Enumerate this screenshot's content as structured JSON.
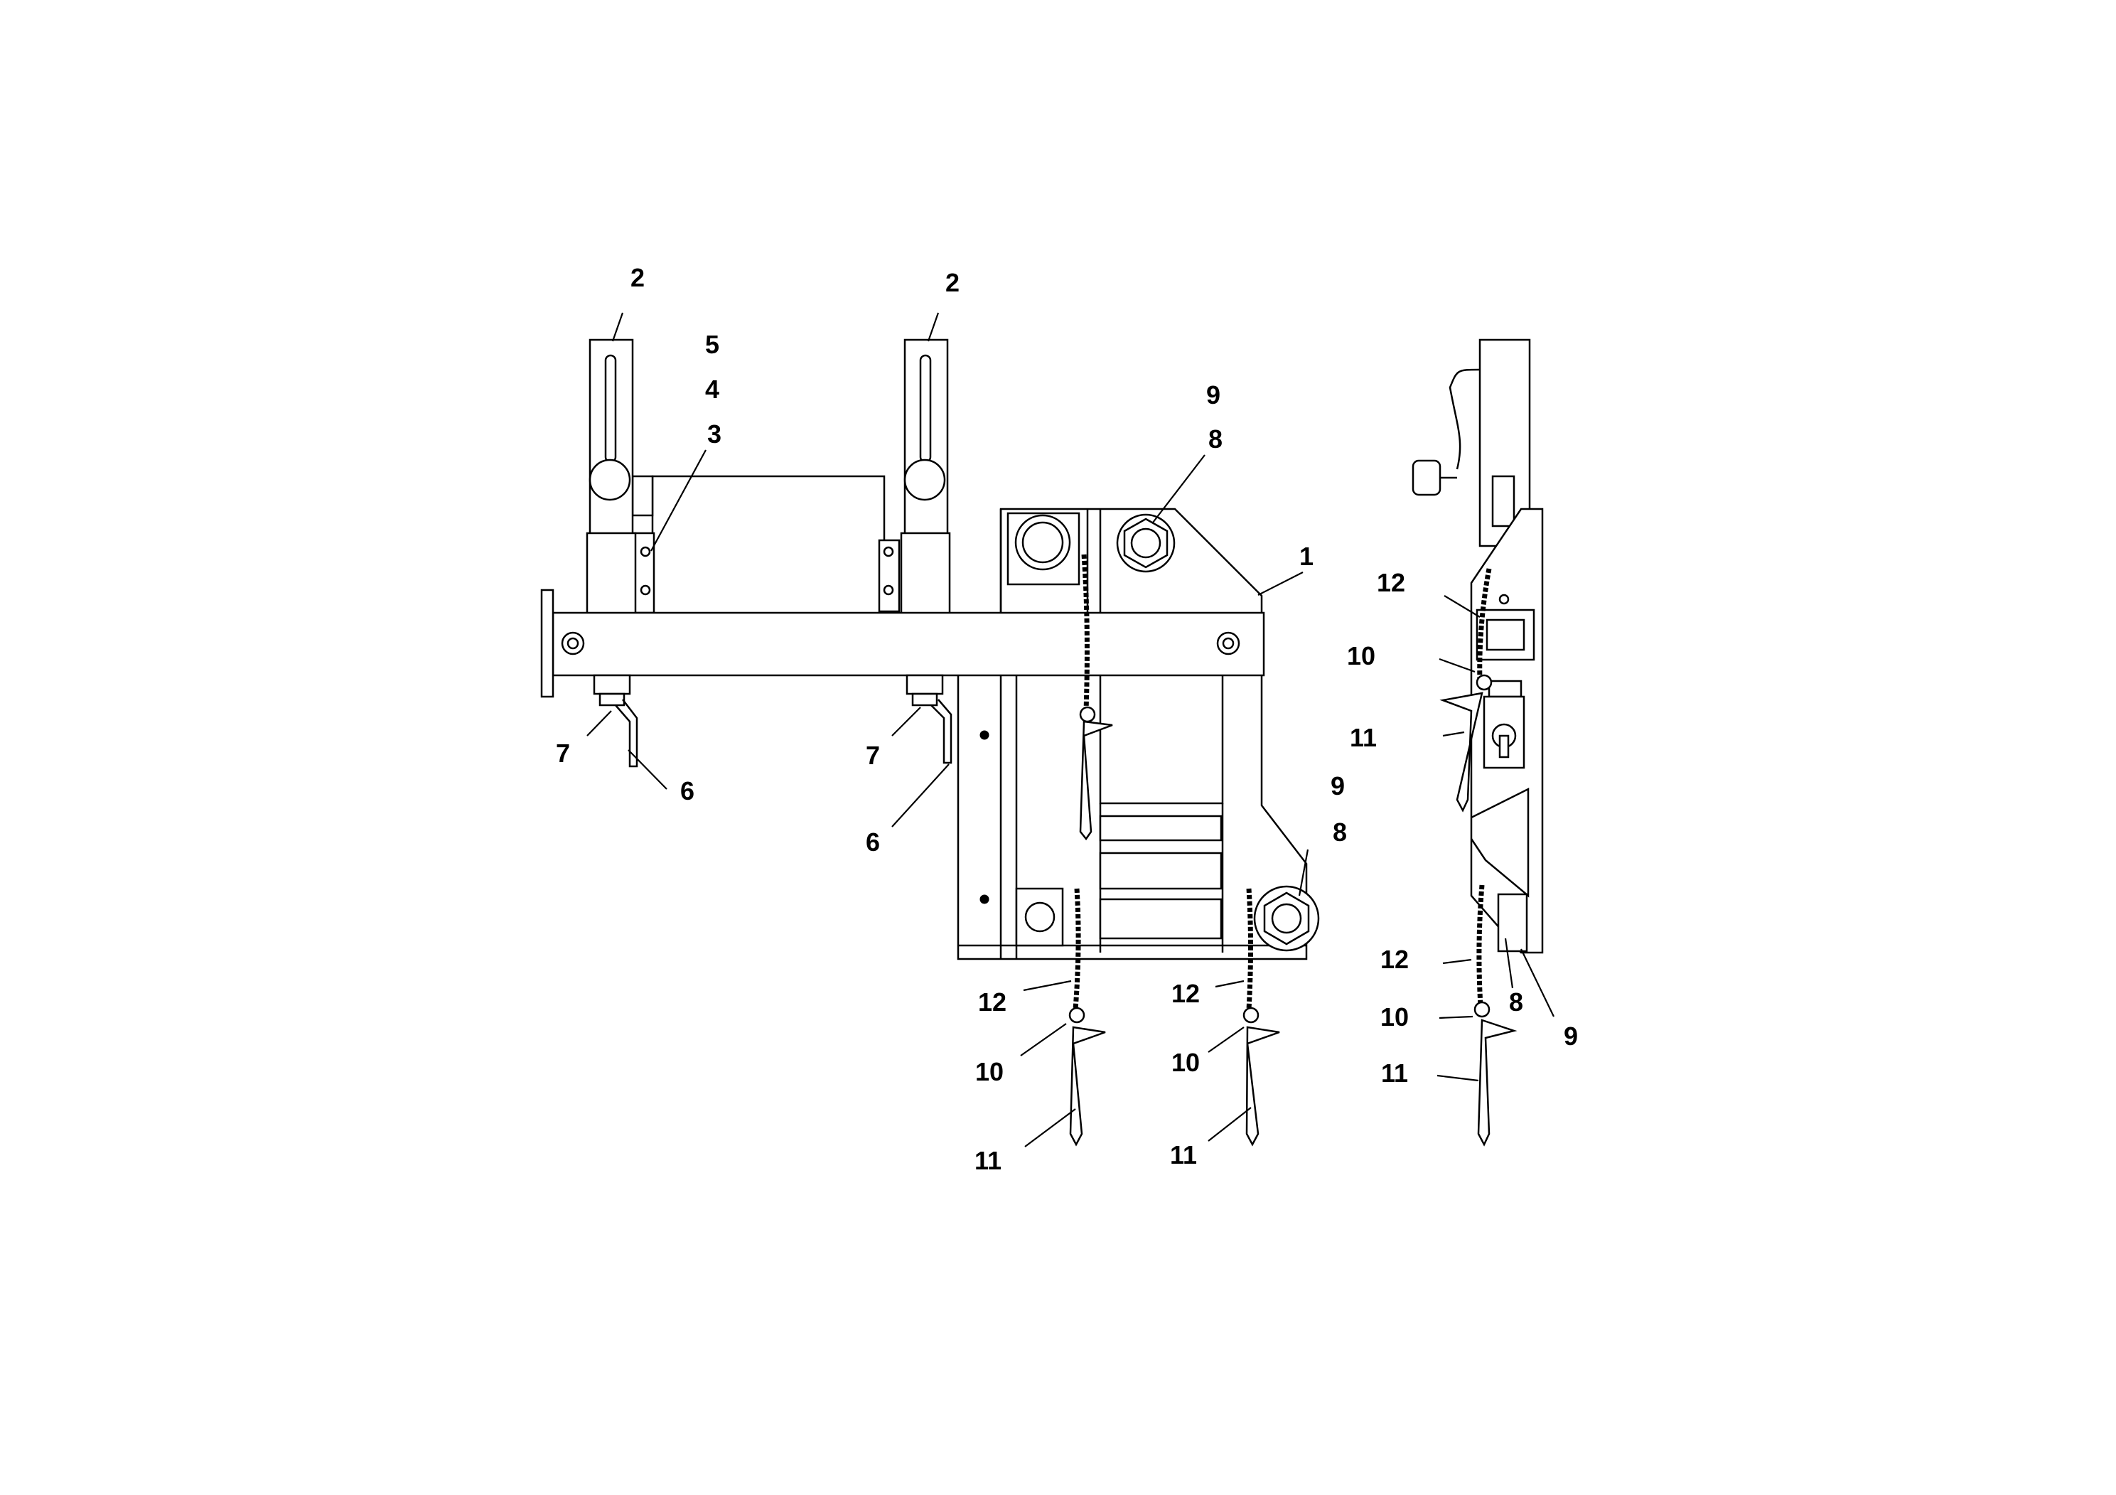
{
  "callouts": [
    {
      "label": "2"
    },
    {
      "label": "2"
    },
    {
      "label": "5"
    },
    {
      "label": "4"
    },
    {
      "label": "3"
    },
    {
      "label": "9"
    },
    {
      "label": "8"
    },
    {
      "label": "1"
    },
    {
      "label": "7"
    },
    {
      "label": "6"
    },
    {
      "label": "7"
    },
    {
      "label": "6"
    },
    {
      "label": "9"
    },
    {
      "label": "8"
    },
    {
      "label": "12"
    },
    {
      "label": "10"
    },
    {
      "label": "11"
    },
    {
      "label": "12"
    },
    {
      "label": "10"
    },
    {
      "label": "11"
    },
    {
      "label": "12"
    },
    {
      "label": "10"
    },
    {
      "label": "11"
    },
    {
      "label": "12"
    },
    {
      "label": "10"
    },
    {
      "label": "8"
    },
    {
      "label": "9"
    },
    {
      "label": "11"
    }
  ]
}
